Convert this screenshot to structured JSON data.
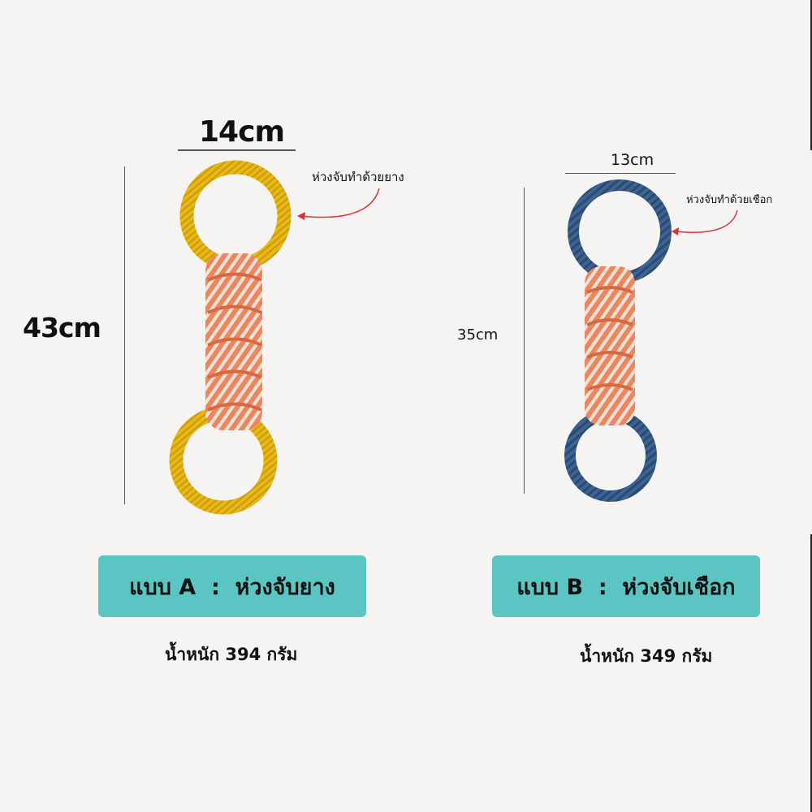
{
  "variant_a": {
    "width_label": "14cm",
    "height_label": "43cm",
    "annotation": "ห่วงจับทำด้วยยาง",
    "badge": "แบบ A  :  ห่วงจับยาง",
    "weight": "น้ำหนัก 394 กรัม",
    "ring_color": "#e5b514",
    "rope_color": "#e87a55"
  },
  "variant_b": {
    "width_label": "13cm",
    "height_label": "35cm",
    "annotation": "ห่วงจับทำด้วยเชือก",
    "badge": "แบบ B  :  ห่วงจับเชือก",
    "weight": "น้ำหนัก 349 กรัม",
    "ring_color": "#3b5f8f",
    "rope_color": "#e87a55"
  },
  "colors": {
    "badge_bg": "#5bc5c4",
    "arrow": "#d8333a",
    "background": "#f5f4f3"
  }
}
